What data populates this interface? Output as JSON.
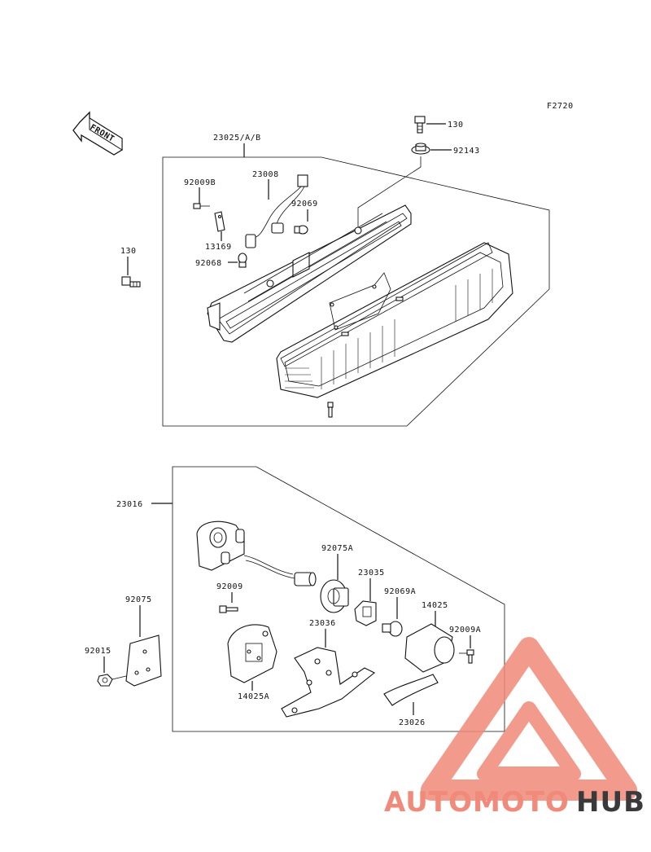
{
  "figure_code": "F2720",
  "front_arrow_text": "FRONT",
  "labels": {
    "tail_light_assy": "23025/A/B",
    "screw_top": "130",
    "grommet": "92143",
    "screw_92009b": "92009B",
    "wire_harness": "23008",
    "bulb_92069": "92069",
    "bracket_13169": "13169",
    "bulb_92068": "92068",
    "screw_left": "130",
    "license_assy": "23016",
    "socket_92075a": "92075A",
    "socket_23035": "23035",
    "bulb_92069a": "92069A",
    "lens_14025": "14025",
    "screw_92009": "92009",
    "bracket_23036": "23036",
    "screw_92009a": "92009A",
    "plate_92075": "92075",
    "nut_92015": "92015",
    "cover_14025a": "14025A",
    "band_23026": "23026"
  },
  "watermark": {
    "part1": "AUTOMOTO",
    "part2": "HUB",
    "color_primary": "#f08a7a",
    "color_secondary": "#f6c36a",
    "color_dark": "#3a3a3a"
  }
}
